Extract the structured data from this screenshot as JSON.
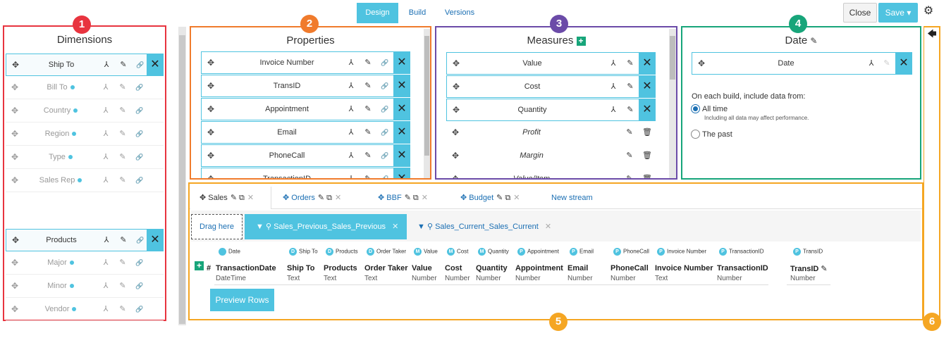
{
  "nav": {
    "tabs": [
      "Design",
      "Build",
      "Versions"
    ],
    "close_label": "Close",
    "save_label": "Save",
    "save_caret": "▾"
  },
  "badges": [
    "1",
    "2",
    "3",
    "4",
    "5",
    "6"
  ],
  "dimensions": {
    "title": "Dimensions",
    "group1": [
      "Ship To",
      "Bill To",
      "Country",
      "Region",
      "Type",
      "Sales Rep"
    ],
    "group2": [
      "Products",
      "Major",
      "Minor",
      "Vendor"
    ]
  },
  "properties": {
    "title": "Properties",
    "items": [
      "Invoice Number",
      "TransID",
      "Appointment",
      "Email",
      "PhoneCall",
      "TransactionID"
    ]
  },
  "measures": {
    "title": "Measures",
    "items": [
      "Value",
      "Cost",
      "Quantity",
      "Profit",
      "Margin",
      "Value/Item"
    ]
  },
  "date": {
    "title": "Date",
    "item": "Date",
    "intro": "On each build, include data from:",
    "option_all": "All time",
    "option_all_note": "Including all data may affect performance.",
    "option_past": "The past"
  },
  "streams": {
    "tabs": [
      "Sales",
      "Orders",
      "BBF",
      "Budget"
    ],
    "new_stream": "New stream",
    "drag_here": "Drag here",
    "filters": [
      "Sales_Previous_Sales_Previous",
      "Sales_Current_Sales_Current"
    ],
    "hash": "#",
    "columns": [
      {
        "badge": "",
        "head": "Date",
        "name": "TransactionDate",
        "type": "DateTime"
      },
      {
        "badge": "D",
        "head": "Ship To",
        "name": "Ship To",
        "type": "Text"
      },
      {
        "badge": "D",
        "head": "Products",
        "name": "Products",
        "type": "Text"
      },
      {
        "badge": "D",
        "head": "Order Taker",
        "name": "Order Taker",
        "type": "Text"
      },
      {
        "badge": "M",
        "head": "Value",
        "name": "Value",
        "type": "Number"
      },
      {
        "badge": "M",
        "head": "Cost",
        "name": "Cost",
        "type": "Number"
      },
      {
        "badge": "M",
        "head": "Quantity",
        "name": "Quantity",
        "type": "Number"
      },
      {
        "badge": "P",
        "head": "Appointment",
        "name": "Appointment",
        "type": "Number"
      },
      {
        "badge": "P",
        "head": "Email",
        "name": "Email",
        "type": "Number"
      },
      {
        "badge": "P",
        "head": "PhoneCall",
        "name": "PhoneCall",
        "type": "Number"
      },
      {
        "badge": "P",
        "head": "Invoice Number",
        "name": "Invoice Number",
        "type": "Text"
      },
      {
        "badge": "P",
        "head": "TransactionID",
        "name": "TransactionID",
        "type": "Number"
      },
      {
        "badge": "P",
        "head": "TransID",
        "name": "TransID",
        "type": "Number"
      }
    ],
    "preview_label": "Preview Rows"
  },
  "colors": {
    "accent": "#4fc3e0",
    "red": "#e8343f",
    "orange": "#f07b2c",
    "purple": "#6b4ba8",
    "green": "#17a57a",
    "gold": "#f5a623"
  }
}
